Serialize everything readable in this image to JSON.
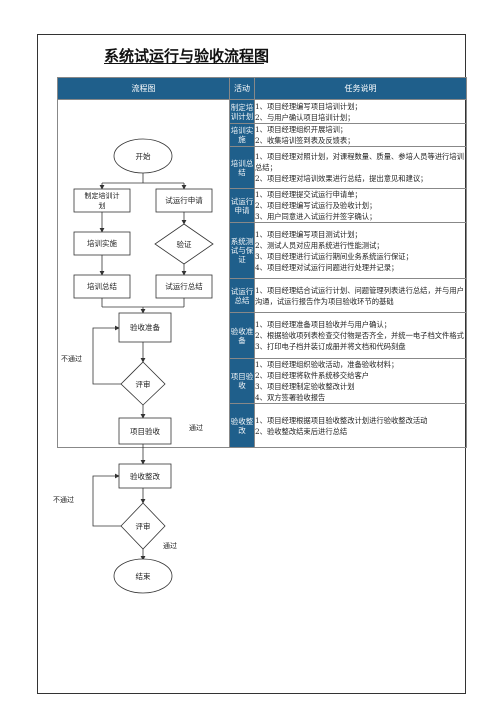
{
  "title": "系统试运行与验收流程图",
  "headers": {
    "flow": "流程图",
    "activity": "活动",
    "desc": "任务说明"
  },
  "rows": [
    {
      "activity": "制定培训计划",
      "lines": [
        "1、项目经理编写项目培训计划；",
        "2、与用户确认项目培训计划；"
      ]
    },
    {
      "activity": "培训实施",
      "lines": [
        "1、项目经理组织开展培训；",
        "2、收集培训签到表及反馈表；"
      ]
    },
    {
      "activity": "培训总结",
      "lines": [
        "1、项目经理对照计划，对课程数量、质量、参培人员等进行培训总结；",
        "2、项目经理对培训效果进行总结，提出意见和建议；"
      ]
    },
    {
      "activity": "试运行申请",
      "lines": [
        "1、项目经理提交试运行申请单；",
        "2、项目经理编写试运行及验收计划；",
        "3、用户同意进入试运行并签字确认；"
      ]
    },
    {
      "activity": "系统测试与保证",
      "lines": [
        "1、项目经理编写项目测试计划；",
        "2、测试人员对应用系统进行性能测试；",
        "3、项目经理进行试运行期间业务系统运行保证；",
        "4、项目经理对试运行问题进行处理并记录；"
      ]
    },
    {
      "activity": "试运行总结",
      "lines": [
        "1、项目经理结合试运行计划、问题管理列表进行总结，并与用户沟通，试运行报告作为项目验收环节的基础"
      ]
    },
    {
      "activity": "验收准备",
      "lines": [
        "1、项目经理准备项目验收并与用户确认；",
        "2、根据验收项列表检查交付物是否齐全，并统一电子档文件格式",
        "3、打印电子档并装订成册并将文档和代码刻盘"
      ]
    },
    {
      "activity": "项目验收",
      "lines": [
        "1、项目经理组织验收活动，准备验收材料；",
        "2、项目经理将软件系统移交给客户",
        "3、项目经理制定验收整改计划",
        "4、双方签署验收报告"
      ]
    },
    {
      "activity": "验收整改",
      "lines": [
        "1、项目经理根据项目验收整改计划进行验收整改活动",
        "2、验收整改结束后进行总结"
      ]
    }
  ],
  "flow": {
    "start": "开始",
    "plan": "制定培训计划",
    "trial_apply": "试运行申请",
    "train_do": "培训实施",
    "verify": "验证",
    "train_sum": "培训总结",
    "trial_sum": "试运行总结",
    "acc_prep": "验收准备",
    "review1": "评审",
    "not_pass1": "不通过",
    "pass1": "通过",
    "proj_acc": "项目验收",
    "acc_fix": "验收整改",
    "review2": "评审",
    "not_pass2": "不通过",
    "pass2": "通过",
    "end": "结束"
  },
  "colors": {
    "header_blue": "#1f5f8b"
  }
}
